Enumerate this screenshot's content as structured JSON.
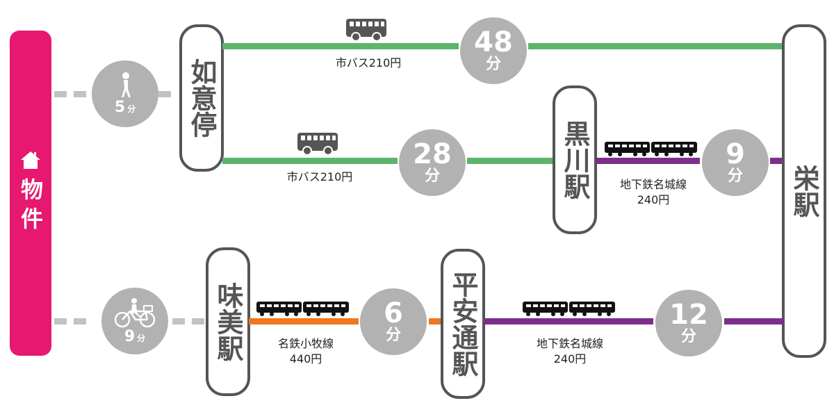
{
  "colors": {
    "property": "#e6186f",
    "bus_line": "#5cb56b",
    "subway_meijo": "#7c2f8a",
    "meitetsu_komaki": "#ee7720",
    "circle": "#b2b2b2",
    "station_border": "#555555"
  },
  "property": {
    "label": "物件",
    "icon": "house-icon"
  },
  "stations": {
    "nyoi": "如意停",
    "kurokawa": "黒川駅",
    "sakae": "栄駅",
    "ajima": "味美駅",
    "heiando": "平安通駅"
  },
  "routes": {
    "walk": {
      "icon": "walking-person-icon",
      "minutes": "5",
      "unit": "分"
    },
    "bus_top": {
      "icon": "bus-icon",
      "label": "市バス210円",
      "minutes": "48",
      "unit": "分"
    },
    "bus_mid": {
      "icon": "bus-icon",
      "label": "市バス210円",
      "minutes": "28",
      "unit": "分"
    },
    "subway_kurokawa": {
      "icon": "train-icon",
      "line": "地下鉄名城線",
      "fare": "240円",
      "minutes": "9",
      "unit": "分"
    },
    "bike": {
      "icon": "bicycle-icon",
      "minutes": "9",
      "unit": "分"
    },
    "komaki": {
      "icon": "train-icon",
      "line": "名鉄小牧線",
      "fare": "440円",
      "minutes": "6",
      "unit": "分"
    },
    "subway_heiando": {
      "icon": "train-icon",
      "line": "地下鉄名城線",
      "fare": "240円",
      "minutes": "12",
      "unit": "分"
    }
  }
}
